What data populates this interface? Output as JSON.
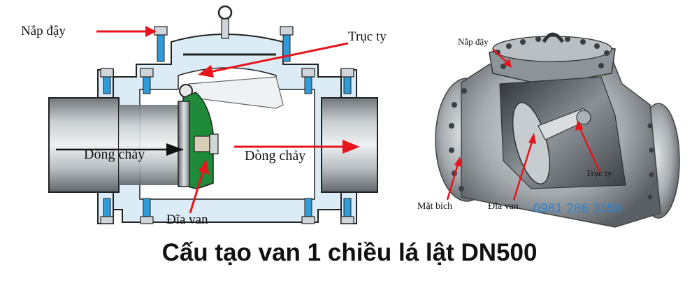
{
  "left_diagram": {
    "labels": {
      "cover": "Nắp đậy",
      "shaft": "Trục ty",
      "flow_in": "Dòng chảy",
      "flow_out": "Dòng chảy",
      "disc": "Đĩa van"
    }
  },
  "right_diagram": {
    "labels": {
      "cover": "Nắp đậy",
      "shaft": "Trục ty",
      "flange": "Mặt bích",
      "disc": "Đĩa van"
    }
  },
  "phone": "0981 286 3156",
  "title": "Cấu tạo van 1 chiều lá lật DN500",
  "colors": {
    "arrow": "#e8141b",
    "body_fill": "#dcecf6",
    "outline": "#222222",
    "pipe_gray": "#9aa1a6",
    "disc_green": "#1e8a3a",
    "phone_blue": "#2d83d3"
  }
}
